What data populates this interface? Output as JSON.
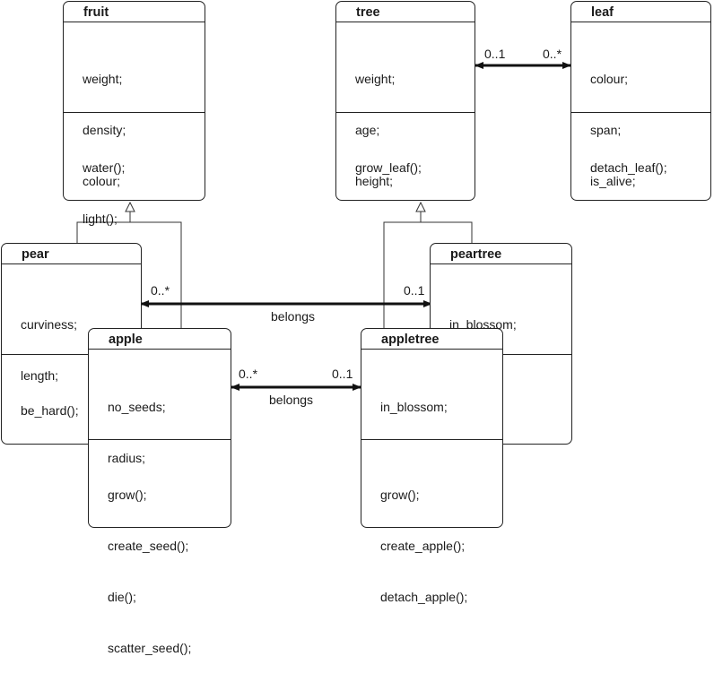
{
  "classes": {
    "fruit": {
      "name": "fruit",
      "attributes": [
        "weight;",
        "density;",
        "colour;"
      ],
      "operations": [
        "water();",
        "light();"
      ]
    },
    "tree": {
      "name": "tree",
      "attributes": [
        "weight;",
        "age;",
        "height;"
      ],
      "operations": [
        "grow_leaf();"
      ]
    },
    "leaf": {
      "name": "leaf",
      "attributes": [
        "colour;",
        "span;",
        "is_alive;"
      ],
      "operations": [
        "detach_leaf();"
      ]
    },
    "pear": {
      "name": "pear",
      "attributes": [
        "curviness;",
        "length;"
      ],
      "operations": [
        "be_hard();"
      ]
    },
    "peartree": {
      "name": "peartree",
      "attributes": [
        "in_blossom;"
      ],
      "operations": []
    },
    "apple": {
      "name": "apple",
      "attributes": [
        "no_seeds;",
        "radius;"
      ],
      "operations": [
        "grow();",
        "create_seed();",
        "die();",
        "scatter_seed();"
      ]
    },
    "appletree": {
      "name": "appletree",
      "attributes": [
        "in_blossom;"
      ],
      "operations": [
        "grow();",
        "create_apple();",
        "detach_apple();"
      ]
    }
  },
  "associations": {
    "tree_leaf": {
      "from_mult": "0..1",
      "to_mult": "0..*"
    },
    "pear_peartree": {
      "from_mult": "0..*",
      "to_mult": "0..1",
      "label": "belongs"
    },
    "apple_appletree": {
      "from_mult": "0..*",
      "to_mult": "0..1",
      "label": "belongs"
    }
  }
}
